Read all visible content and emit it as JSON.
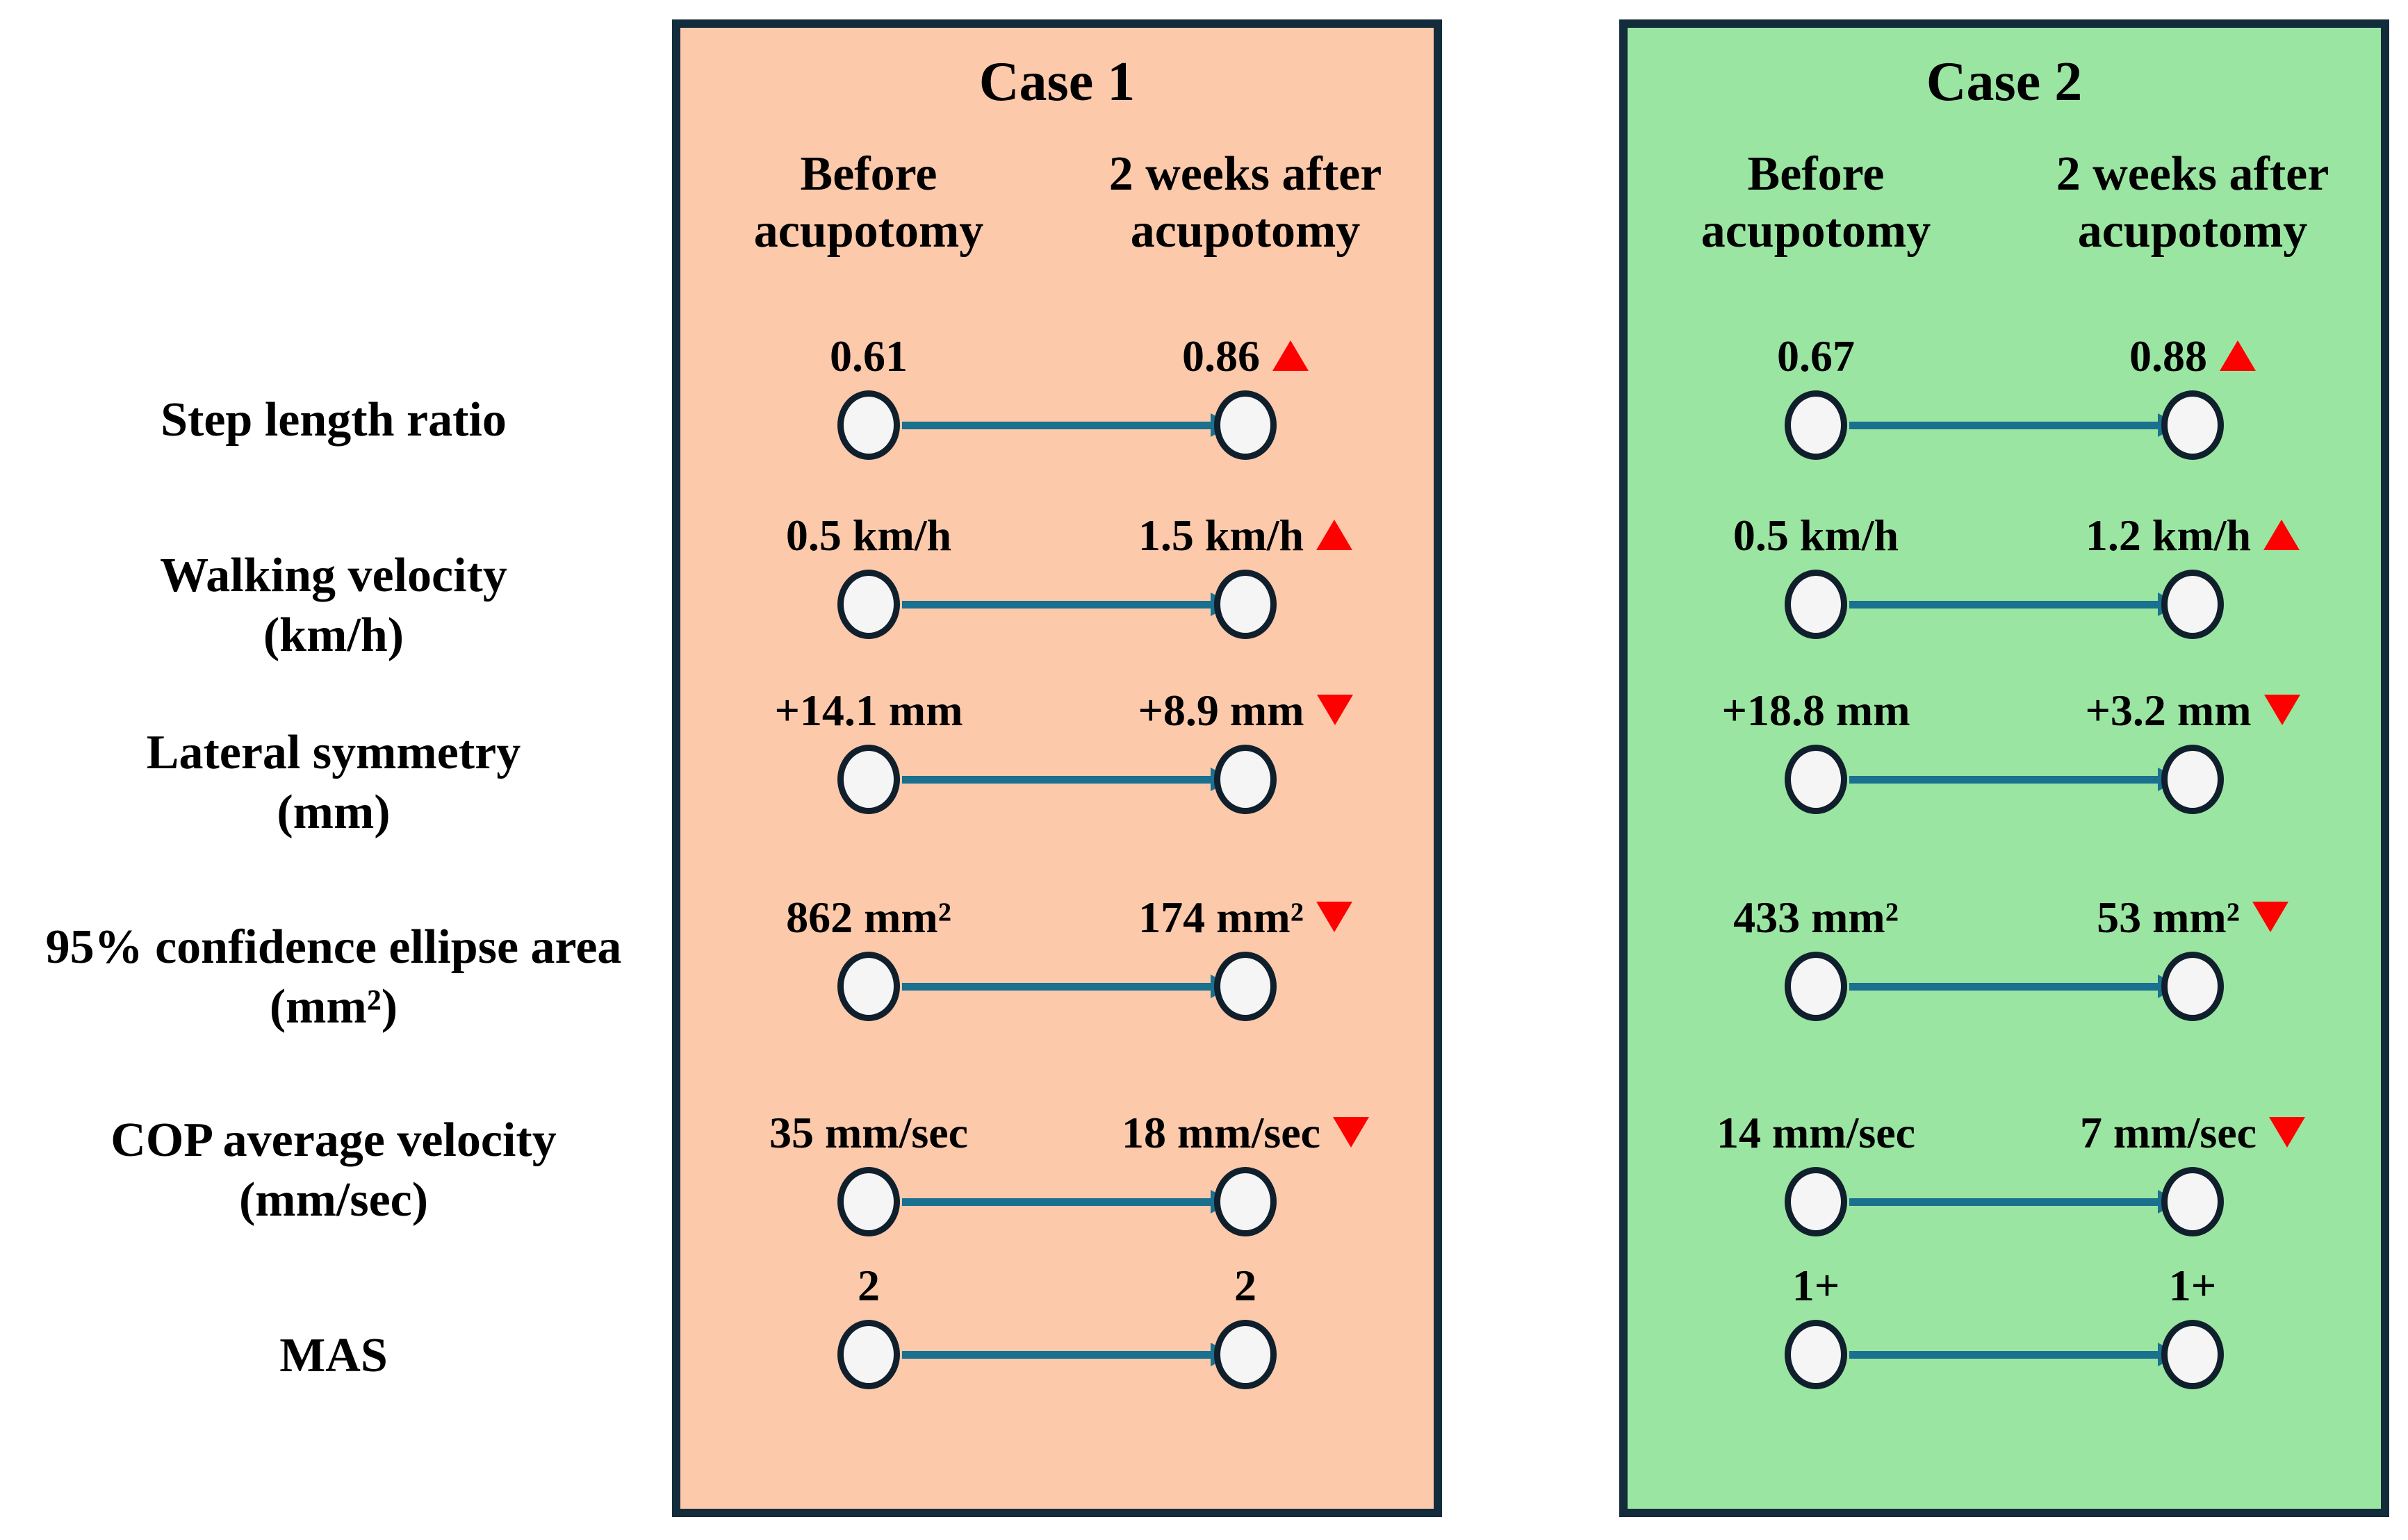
{
  "figure": {
    "metrics": [
      {
        "lines": [
          "Step length ratio"
        ]
      },
      {
        "lines": [
          "Walking velocity",
          "(km/h)"
        ]
      },
      {
        "lines": [
          "Lateral symmetry",
          "(mm)"
        ]
      },
      {
        "lines": [
          "95% confidence ellipse area",
          "(mm²)"
        ]
      },
      {
        "lines": [
          "COP average velocity",
          "(mm/sec)"
        ]
      },
      {
        "lines": [
          "MAS"
        ]
      }
    ],
    "cases": [
      {
        "title": "Case 1",
        "background": "#FDC9AB",
        "columns": {
          "before": [
            "Before",
            "acupotomy"
          ],
          "after": [
            "2 weeks after",
            "acupotomy"
          ]
        },
        "rows": [
          {
            "before": "0.61",
            "after": "0.86",
            "trend": "up"
          },
          {
            "before": "0.5 km/h",
            "after": "1.5 km/h",
            "trend": "up"
          },
          {
            "before": "+14.1 mm",
            "after": "+8.9 mm",
            "trend": "down"
          },
          {
            "before": "862 mm²",
            "after": "174 mm²",
            "trend": "down"
          },
          {
            "before": "35 mm/sec",
            "after": "18 mm/sec",
            "trend": "down"
          },
          {
            "before": "2",
            "after": "2",
            "trend": "none"
          }
        ]
      },
      {
        "title": "Case 2",
        "background": "#9BE5A2",
        "columns": {
          "before": [
            "Before",
            "acupotomy"
          ],
          "after": [
            "2 weeks after",
            "acupotomy"
          ]
        },
        "rows": [
          {
            "before": "0.67",
            "after": "0.88",
            "trend": "up"
          },
          {
            "before": "0.5 km/h",
            "after": "1.2 km/h",
            "trend": "up"
          },
          {
            "before": "+18.8 mm",
            "after": "+3.2 mm",
            "trend": "down"
          },
          {
            "before": "433 mm²",
            "after": "53 mm²",
            "trend": "down"
          },
          {
            "before": "14 mm/sec",
            "after": "7 mm/sec",
            "trend": "down"
          },
          {
            "before": "1+",
            "after": "1+",
            "trend": "none"
          }
        ]
      }
    ],
    "colors": {
      "case1_bg": "#FDC9AB",
      "case2_bg": "#9BE5A2",
      "panel_border": "#132C3B",
      "arrow": "#19708F",
      "dot_fill": "#F5F5F5",
      "dot_border": "#101F2C",
      "trend_red": "#FF0000",
      "text": "#000000"
    }
  },
  "chart_data": {
    "type": "table",
    "title": "Before vs 2 weeks after acupotomy (Case 1 and Case 2)",
    "categories": [
      "Step length ratio",
      "Walking velocity (km/h)",
      "Lateral symmetry (mm)",
      "95% confidence ellipse area (mm²)",
      "COP average velocity (mm/sec)",
      "MAS"
    ],
    "series": [
      {
        "name": "Case 1 - Before acupotomy",
        "values": [
          "0.61",
          "0.5 km/h",
          "+14.1 mm",
          "862 mm²",
          "35 mm/sec",
          "2"
        ]
      },
      {
        "name": "Case 1 - 2 weeks after acupotomy",
        "values": [
          "0.86",
          "1.5 km/h",
          "+8.9 mm",
          "174 mm²",
          "18 mm/sec",
          "2"
        ],
        "trends": [
          "up",
          "up",
          "down",
          "down",
          "down",
          "none"
        ]
      },
      {
        "name": "Case 2 - Before acupotomy",
        "values": [
          "0.67",
          "0.5 km/h",
          "+18.8 mm",
          "433 mm²",
          "14 mm/sec",
          "1+"
        ]
      },
      {
        "name": "Case 2 - 2 weeks after acupotomy",
        "values": [
          "0.88",
          "1.2 km/h",
          "+3.2 mm",
          "53 mm²",
          "7 mm/sec",
          "1+"
        ],
        "trends": [
          "up",
          "up",
          "down",
          "down",
          "down",
          "none"
        ]
      }
    ],
    "annotations": "Red up/down triangles mark increase or decrease after treatment; each pair shown as circle-arrow-circle"
  }
}
